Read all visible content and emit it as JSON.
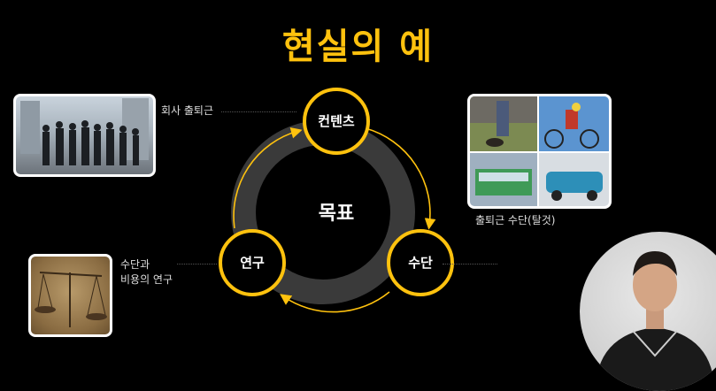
{
  "title": "현실의 예",
  "cycle": {
    "center": "목표",
    "nodes": [
      {
        "id": "content",
        "label": "컨텐츠"
      },
      {
        "id": "means",
        "label": "수단"
      },
      {
        "id": "research",
        "label": "연구"
      }
    ]
  },
  "captions": {
    "commute": "회사 출퇴근",
    "transport": "출퇴근 수단(탈것)",
    "cost": "수단과\n비용의 연구"
  },
  "colors": {
    "accent": "#ffc20e",
    "ring": "#3a3a3a",
    "background": "#000000"
  }
}
